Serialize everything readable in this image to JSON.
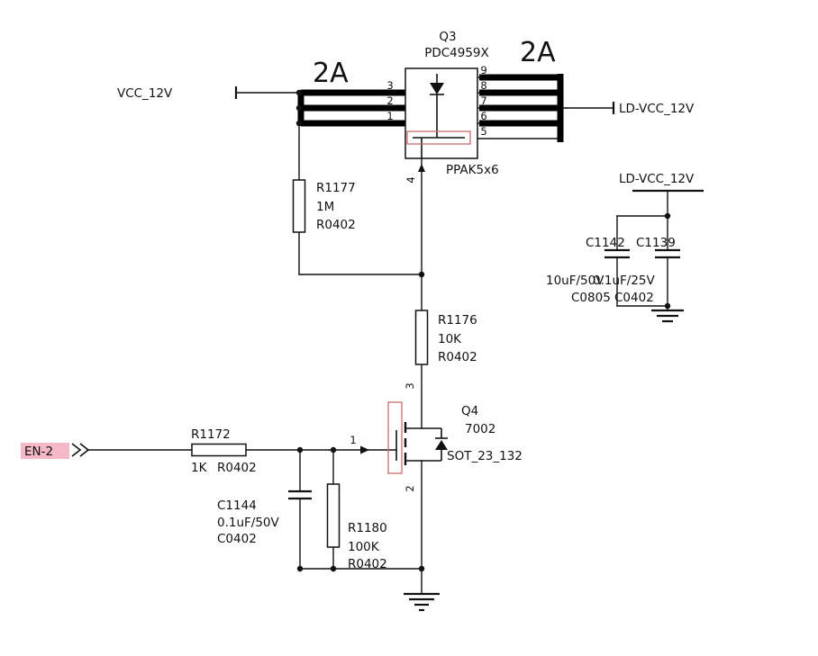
{
  "schematic": {
    "net_labels": {
      "vcc_12v": "VCC_12V",
      "ld_vcc_12v_out": "LD-VCC_12V",
      "ld_vcc_12v_cap": "LD-VCC_12V",
      "en_2": "EN-2"
    },
    "annotations": {
      "current_rating_left": "2A",
      "current_rating_right": "2A"
    },
    "components": {
      "q3": {
        "ref": "Q3",
        "part": "PDC4959X",
        "package": "PPAK5x6",
        "pins_left": [
          "3",
          "2",
          "1"
        ],
        "pins_right": [
          "9",
          "8",
          "7",
          "6",
          "5"
        ],
        "pin_bottom": "4"
      },
      "q4": {
        "ref": "Q4",
        "part": "7002",
        "package": "SOT_23_132",
        "pin_gate": "1",
        "pin_drain": "3",
        "pin_source": "2"
      },
      "r1177": {
        "ref": "R1177",
        "value": "1M",
        "package": "R0402"
      },
      "r1176": {
        "ref": "R1176",
        "value": "10K",
        "package": "R0402"
      },
      "r1172": {
        "ref": "R1172",
        "value": "1K",
        "package": "R0402"
      },
      "r1180": {
        "ref": "R1180",
        "value": "100K",
        "package": "R0402"
      },
      "c1144": {
        "ref": "C1144",
        "value": "0.1uF/50V",
        "package": "C0402"
      },
      "c1142": {
        "ref": "C1142",
        "value": "10uF/50V",
        "package": "C0805"
      },
      "c1139": {
        "ref": "C1139",
        "value": "0.1uF/25V",
        "package": "C0402"
      }
    },
    "colors": {
      "wire": "#111111",
      "highlight_outline": "#cc6a6a",
      "selected_text": "#aa1133",
      "selected_bg": "#f4b8c8"
    }
  }
}
